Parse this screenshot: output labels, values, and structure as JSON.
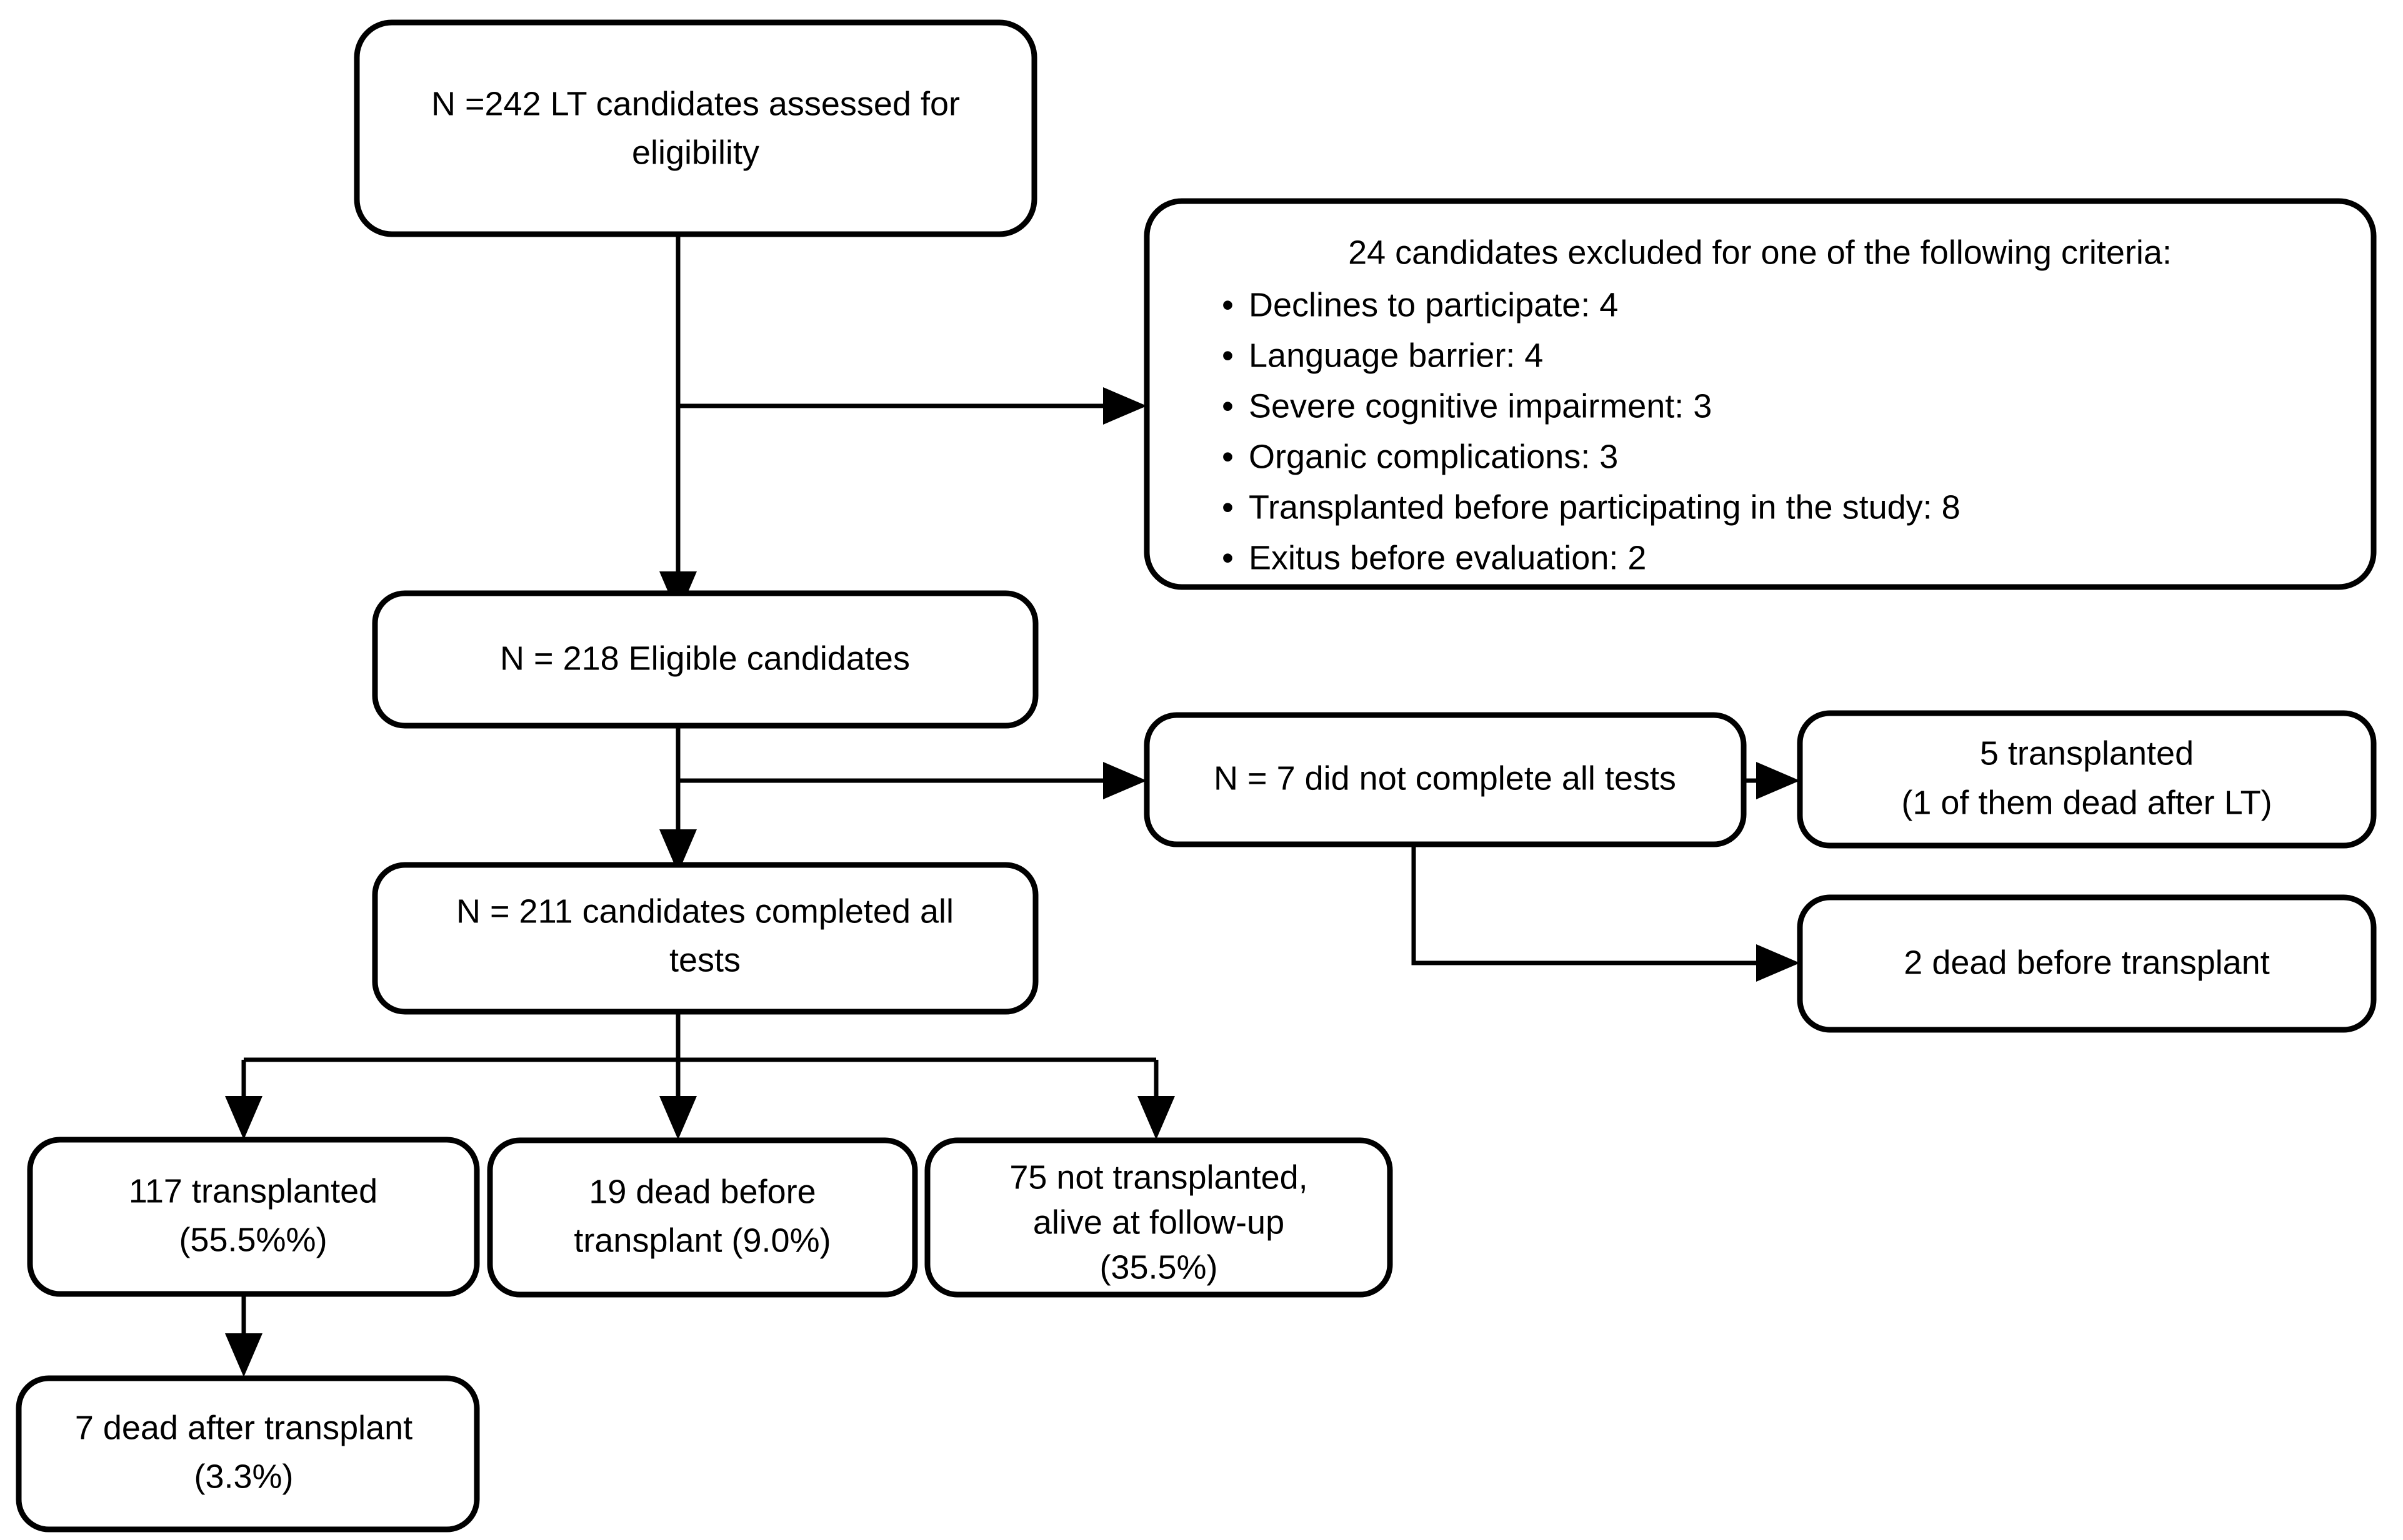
{
  "diagram": {
    "title": "Liver transplant candidate study flow diagram",
    "type": "flowchart",
    "stroke_color": "#000000",
    "fill_color": "#ffffff",
    "background_color": "#ffffff"
  },
  "nodes": {
    "assessed": {
      "line1": "N =242 LT candidates assessed for",
      "line2": "eligibility"
    },
    "excluded": {
      "heading": "24 candidates excluded for one of the following criteria:",
      "bullet_glyph": "•",
      "criteria": [
        "Declines to participate: 4",
        "Language barrier: 4",
        "Severe cognitive impairment: 3",
        "Organic complications: 3",
        "Transplanted before participating in the study: 8",
        "Exitus before evaluation: 2"
      ]
    },
    "eligible": {
      "line1": "N = 218 Eligible candidates"
    },
    "incomplete": {
      "line1": "N = 7 did not complete all tests"
    },
    "incomplete_transplanted": {
      "line1": "5 transplanted",
      "line2": "(1 of them dead after LT)"
    },
    "incomplete_dead": {
      "line1": "2 dead before transplant"
    },
    "completed": {
      "line1": "N = 211 candidates completed all",
      "line2": "tests"
    },
    "transplanted": {
      "line1": "117 transplanted",
      "line2": "(55.5%%)"
    },
    "dead_before": {
      "line1": "19 dead before",
      "line2": "transplant (9.0%)"
    },
    "not_transplanted": {
      "line1": "75 not transplanted,",
      "line2": "alive at follow-up",
      "line3": "(35.5%)"
    },
    "dead_after": {
      "line1": "7 dead after transplant",
      "line2": "(3.3%)"
    }
  },
  "chart_data": {
    "type": "flowchart",
    "title": "Study participant flow",
    "total_assessed": 242,
    "excluded": 24,
    "eligible": 218,
    "did_not_complete": 7,
    "completed_all_tests": 211,
    "exclusion_reasons": [
      {
        "reason": "Declines to participate",
        "n": 4
      },
      {
        "reason": "Language barrier",
        "n": 4
      },
      {
        "reason": "Severe cognitive impairment",
        "n": 3
      },
      {
        "reason": "Organic complications",
        "n": 3
      },
      {
        "reason": "Transplanted before participating in the study",
        "n": 8
      },
      {
        "reason": "Exitus before evaluation",
        "n": 2
      }
    ],
    "incomplete_outcomes": [
      {
        "outcome": "transplanted",
        "n": 5,
        "note": "1 of them dead after LT"
      },
      {
        "outcome": "dead before transplant",
        "n": 2
      }
    ],
    "final_outcomes": [
      {
        "outcome": "transplanted",
        "n": 117,
        "percent": 55.5
      },
      {
        "outcome": "dead before transplant",
        "n": 19,
        "percent": 9.0
      },
      {
        "outcome": "not transplanted, alive at follow-up",
        "n": 75,
        "percent": 35.5
      }
    ],
    "post_transplant": [
      {
        "outcome": "dead after transplant",
        "n": 7,
        "percent": 3.3
      }
    ]
  }
}
